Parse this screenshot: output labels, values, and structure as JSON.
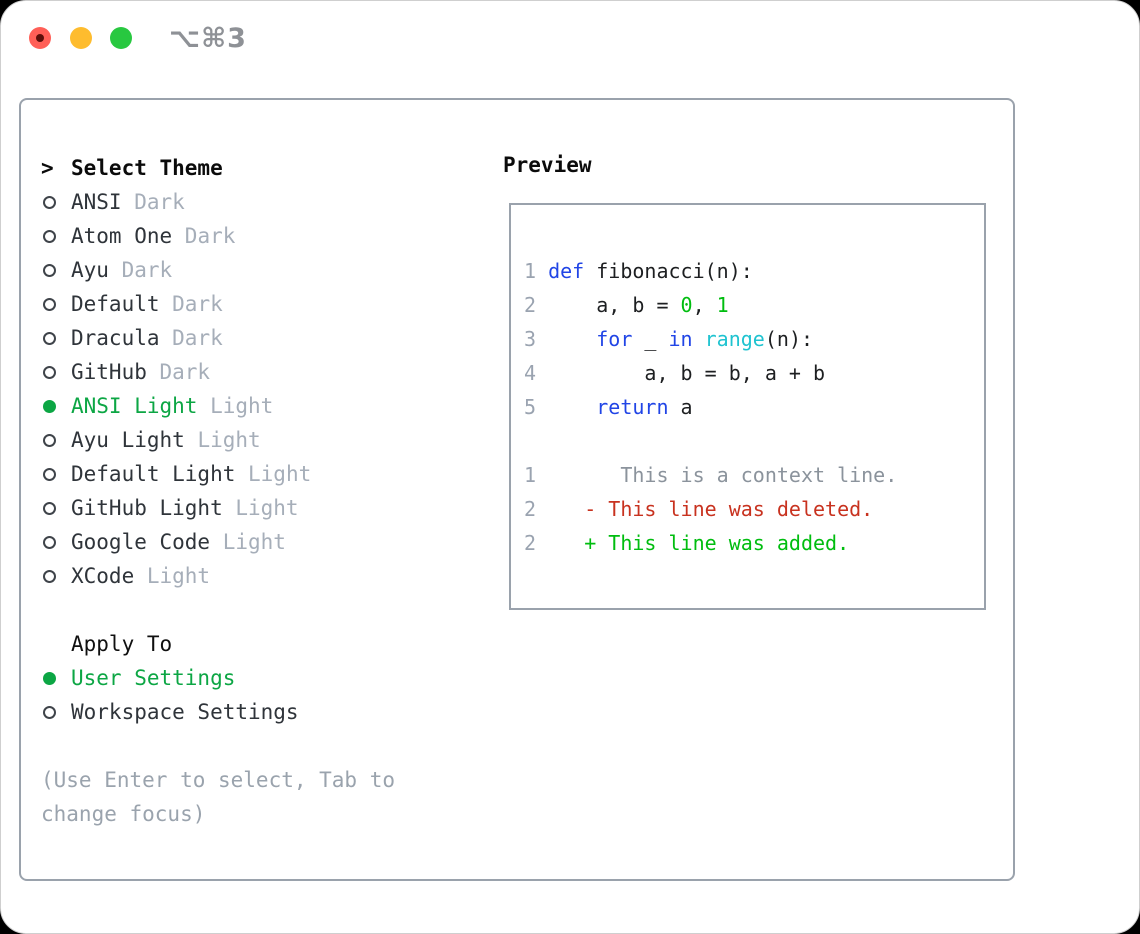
{
  "window": {
    "title": "⌥⌘3",
    "traffic_lights": [
      "close",
      "minimize",
      "zoom"
    ]
  },
  "colors": {
    "selected_green": "#0ca644",
    "keyword_blue": "#2145e6",
    "builtin_cyan": "#1fc3d0",
    "literal_green": "#00bd0f",
    "deleted_red": "#c8321f",
    "added_green": "#00bd0f",
    "tag_gray": "#a6aeb9",
    "hint_gray": "#9aa3ad",
    "border_gray": "#9aa2ac"
  },
  "theme_list": {
    "prompt": ">",
    "header": "Select Theme",
    "items": [
      {
        "name": "ANSI",
        "tag": "Dark",
        "selected": false
      },
      {
        "name": "Atom One",
        "tag": "Dark",
        "selected": false
      },
      {
        "name": "Ayu",
        "tag": "Dark",
        "selected": false
      },
      {
        "name": "Default",
        "tag": "Dark",
        "selected": false
      },
      {
        "name": "Dracula",
        "tag": "Dark",
        "selected": false
      },
      {
        "name": "GitHub",
        "tag": "Dark",
        "selected": false
      },
      {
        "name": "ANSI Light",
        "tag": "Light",
        "selected": true
      },
      {
        "name": "Ayu Light",
        "tag": "Light",
        "selected": false
      },
      {
        "name": "Default Light",
        "tag": "Light",
        "selected": false
      },
      {
        "name": "GitHub Light",
        "tag": "Light",
        "selected": false
      },
      {
        "name": "Google Code",
        "tag": "Light",
        "selected": false
      },
      {
        "name": "XCode",
        "tag": "Light",
        "selected": false
      }
    ]
  },
  "apply_to": {
    "header": "Apply To",
    "options": [
      {
        "label": "User Settings",
        "selected": true
      },
      {
        "label": "Workspace Settings",
        "selected": false
      }
    ]
  },
  "hint": "(Use Enter to select, Tab to change focus)",
  "preview": {
    "header": "Preview",
    "code_lines": [
      {
        "num": "1",
        "tokens": [
          {
            "t": "def",
            "c": "kw"
          },
          {
            "t": " fibonacci(n):",
            "c": "plain"
          }
        ]
      },
      {
        "num": "2",
        "tokens": [
          {
            "t": "    a, b = ",
            "c": "plain"
          },
          {
            "t": "0",
            "c": "num"
          },
          {
            "t": ", ",
            "c": "plain"
          },
          {
            "t": "1",
            "c": "num"
          }
        ]
      },
      {
        "num": "3",
        "tokens": [
          {
            "t": "    ",
            "c": "plain"
          },
          {
            "t": "for",
            "c": "kw"
          },
          {
            "t": " _ ",
            "c": "plain"
          },
          {
            "t": "in",
            "c": "kw"
          },
          {
            "t": " ",
            "c": "plain"
          },
          {
            "t": "range",
            "c": "builtin"
          },
          {
            "t": "(n):",
            "c": "plain"
          }
        ]
      },
      {
        "num": "4",
        "tokens": [
          {
            "t": "        a, b = b, a + b",
            "c": "plain"
          }
        ]
      },
      {
        "num": "5",
        "tokens": [
          {
            "t": "    ",
            "c": "plain"
          },
          {
            "t": "return",
            "c": "kw"
          },
          {
            "t": " a",
            "c": "plain"
          }
        ]
      },
      {
        "num": "",
        "tokens": []
      },
      {
        "num": "1",
        "tokens": [
          {
            "t": "      This is a context line.",
            "c": "ctx"
          }
        ]
      },
      {
        "num": "2",
        "tokens": [
          {
            "t": "   ",
            "c": "plain"
          },
          {
            "t": "- This line was deleted.",
            "c": "del"
          }
        ]
      },
      {
        "num": "2",
        "tokens": [
          {
            "t": "   ",
            "c": "plain"
          },
          {
            "t": "+ This line was added.",
            "c": "add"
          }
        ]
      }
    ]
  }
}
